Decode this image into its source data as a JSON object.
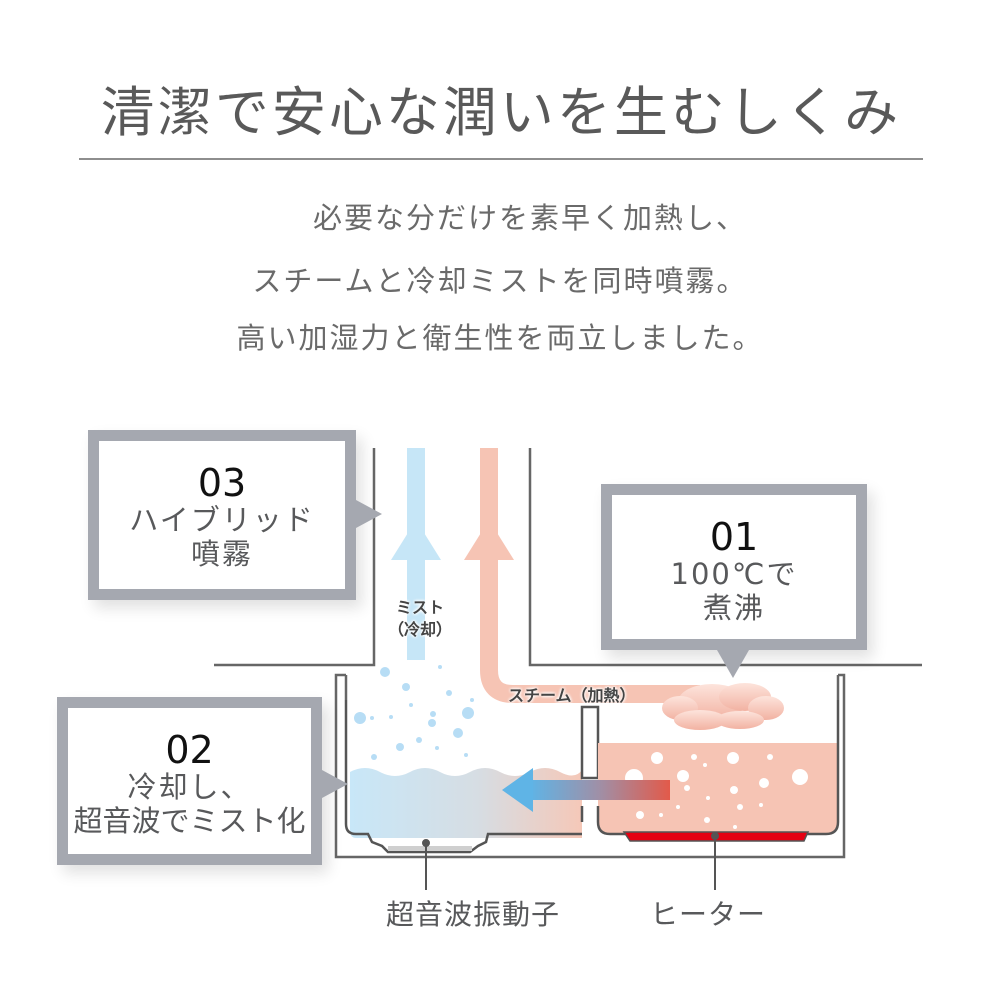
{
  "header": {
    "title": "清潔で安心な潤いを生むしくみ"
  },
  "lead": {
    "lines": [
      "必要な分だけを素早く加熱し、",
      "スチームと冷却ミストを同時噴霧。",
      "高い加湿力と衛生性を両立しました。"
    ]
  },
  "callouts": [
    {
      "num": "01",
      "lines": [
        "100℃で",
        "煮沸"
      ]
    },
    {
      "num": "02",
      "lines": [
        "冷却し、",
        "超音波でミスト化"
      ]
    },
    {
      "num": "03",
      "lines": [
        "ハイブリッド",
        "噴霧"
      ]
    }
  ],
  "flow_labels": {
    "mist": [
      "ミスト",
      "（冷却）"
    ],
    "steam": "スチーム（加熱）"
  },
  "parts": {
    "transducer": "超音波振動子",
    "heater": "ヒーター"
  },
  "colors": {
    "title_text": "#595959",
    "callout_border": "#a5a8b0",
    "mist_blue": "#c6e6f7",
    "steam_salmon": "#f6c4b4",
    "heater_red": "#e50012",
    "arrow_blue": "#5fb4e6",
    "arrow_red": "#e25a4a"
  }
}
